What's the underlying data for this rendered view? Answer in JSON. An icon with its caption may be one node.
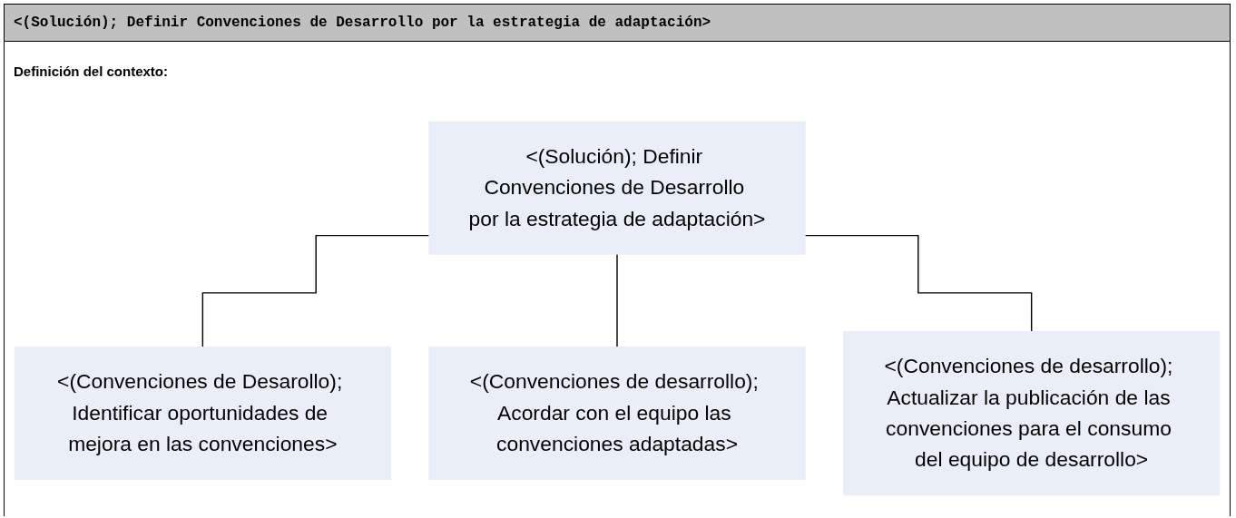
{
  "diagram": {
    "title": "<(Solución); Definir Convenciones de Desarrollo por la estrategia de adaptación>",
    "nodes": [
      {
        "text": [
          "<(Solución); Definir Convenciones de Desarrollo por la estrategia de adaptación>"
        ]
      },
      {
        "text": [
          "<(Convenciones de Desarollo); Identificar oportunidades de mejora en las convenciones>"
        ]
      },
      {
        "text": [
          "<(Convenciones de desarrollo); Acordar con el equipo las convenciones adaptadas>"
        ]
      },
      {
        "text": [
          "<(Convenciones de desarrollo); Actualizar la publicación de las convenciones para el consumo del equipo de desarrollo>"
        ]
      }
    ],
    "edges": [
      {
        "from": 0,
        "to": 1,
        "arrow": "none"
      },
      {
        "from": 0,
        "to": 2,
        "arrow": "none"
      },
      {
        "from": 0,
        "to": 3,
        "arrow": "none"
      }
    ],
    "labels": [
      "Definición del contexto:"
    ]
  }
}
